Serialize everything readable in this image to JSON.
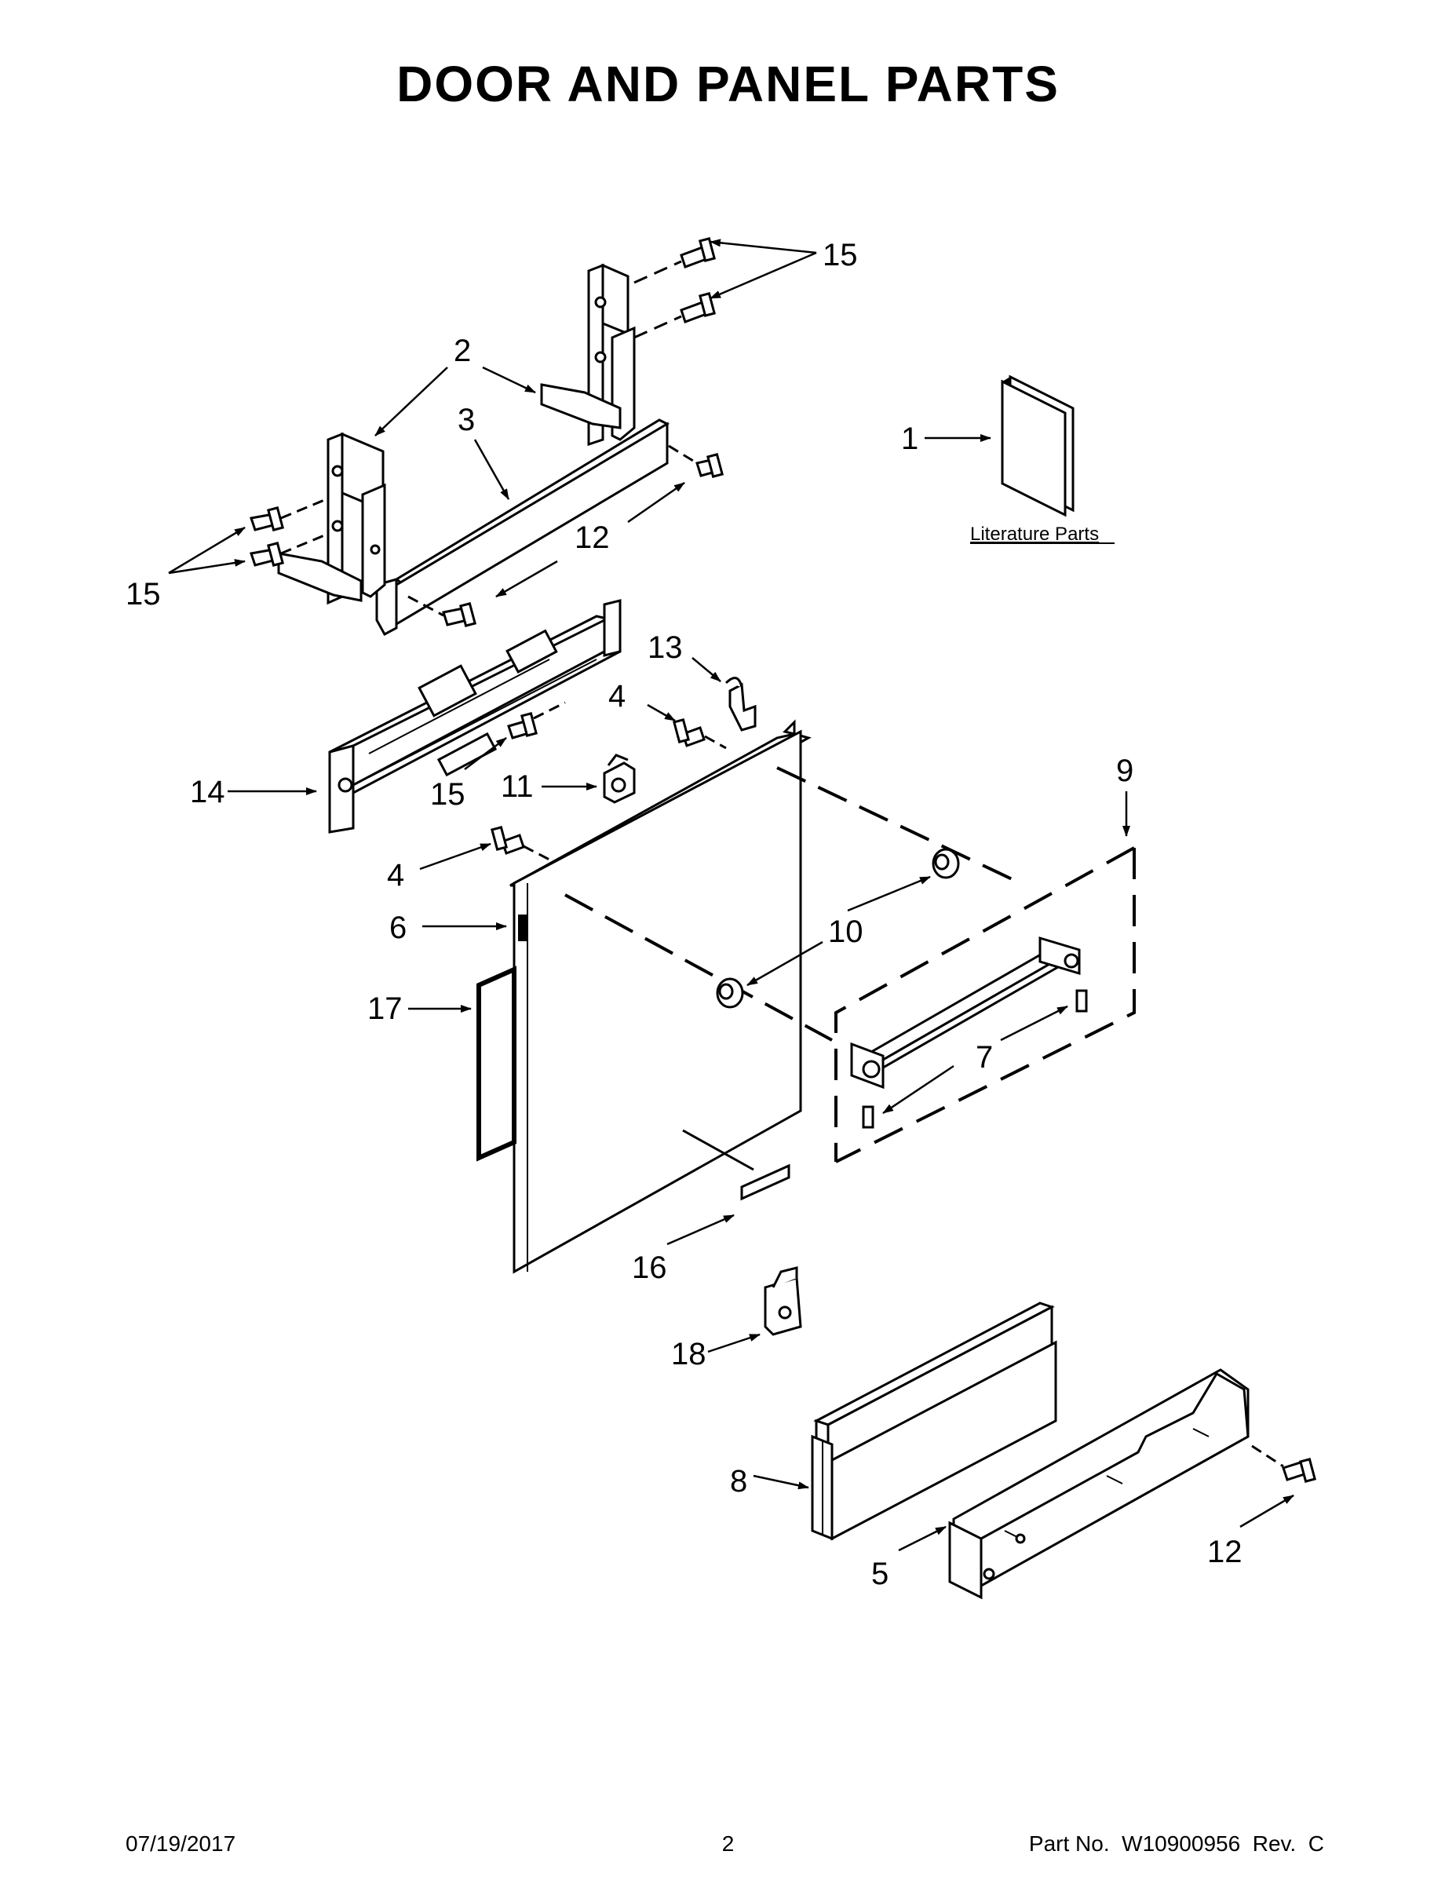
{
  "title": "DOOR AND PANEL PARTS",
  "callouts": {
    "c1": "1",
    "c2": "2",
    "c3": "3",
    "c4a": "4",
    "c4b": "4",
    "c5": "5",
    "c6": "6",
    "c7": "7",
    "c8": "8",
    "c9": "9",
    "c10": "10",
    "c11": "11",
    "c12a": "12",
    "c12b": "12",
    "c13": "13",
    "c14": "14",
    "c15a": "15",
    "c15b": "15",
    "c15c": "15",
    "c16": "16",
    "c17": "17",
    "c18": "18"
  },
  "literature_label": "Literature Parts",
  "footer": {
    "date": "07/19/2017",
    "page": "2",
    "part_number": "Part No.  W10900956  Rev.  C"
  }
}
